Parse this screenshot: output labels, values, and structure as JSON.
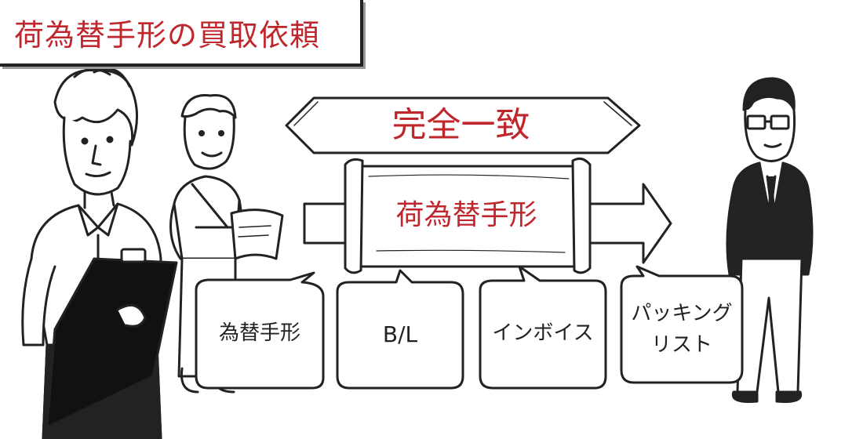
{
  "title": "荷為替手形の買取依頼",
  "banner": {
    "label": "完全一致"
  },
  "scroll": {
    "label": "荷為替手形"
  },
  "documents": [
    {
      "line1": "為替手形",
      "line2": ""
    },
    {
      "line1": "B/L",
      "line2": ""
    },
    {
      "line1": "インボイス",
      "line2": ""
    },
    {
      "line1": "パッキング",
      "line2": "リスト"
    }
  ],
  "colors": {
    "accent": "#c0272d",
    "ink": "#222222"
  }
}
